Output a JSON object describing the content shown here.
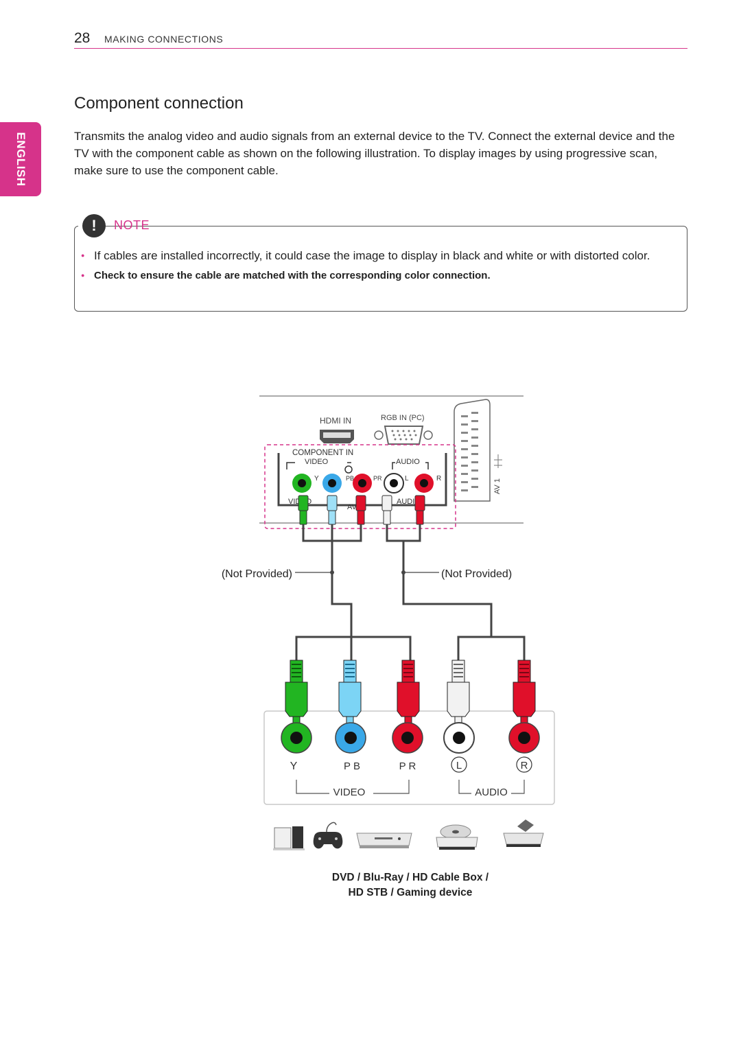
{
  "header": {
    "page_number": "28",
    "section": "MAKING CONNECTIONS"
  },
  "language_tab": "ENGLISH",
  "title": "Component connection",
  "intro": "Transmits the analog video and audio signals from an external device to the TV. Connect the external device and the TV with the component cable as shown on the following illustration. To display images by using progressive scan, make sure to use the component cable.",
  "note": {
    "icon_glyph": "!",
    "label": "NOTE",
    "items": [
      "If cables are installed incorrectly, it could case the image to display in black and white or with distorted color.",
      "Check to ensure the cable are matched with the corresponding color connection."
    ]
  },
  "tv_panel": {
    "hdmi": "HDMI IN",
    "rgb": "RGB IN (PC)",
    "component": "COMPONENT IN",
    "video": "VIDEO",
    "audio": "AUDIO",
    "port_y": "Y",
    "port_pb": "PB",
    "port_pr": "PR",
    "port_l": "L",
    "port_r": "R",
    "av_in": "AV IN",
    "scart": "AV 1",
    "video_lower": "VIDEO",
    "audio_lower": "AUDIO"
  },
  "cables": {
    "left": "(Not Provided)",
    "right": "(Not Provided)"
  },
  "device_panel": {
    "ports": [
      "Y",
      "P B",
      "P R",
      "L",
      "R"
    ],
    "video": "VIDEO",
    "audio": "AUDIO"
  },
  "colors": {
    "accent": "#d6338a",
    "green": "#22b522",
    "blue": "#3aa8e8",
    "red": "#e0102a",
    "white": "#f2f2f2"
  },
  "device_icons": [
    "game-console-icon",
    "gamepad-icon",
    "dvd-player-icon",
    "bluray-player-icon",
    "set-top-box-icon"
  ],
  "caption": {
    "line1": "DVD / Blu-Ray / HD Cable Box /",
    "line2": "HD STB / Gaming device"
  }
}
